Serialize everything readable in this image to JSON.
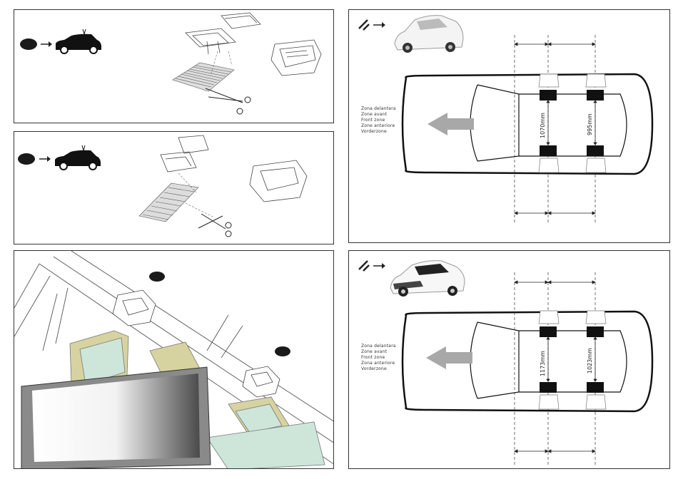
{
  "colors": {
    "stroke": "#222222",
    "arrow_gray": "#a8a8a8",
    "clamp_fill": "#111111",
    "seat_green": "#cde6d9",
    "seat_khaki": "#d7d3a0",
    "badge": "#1a1a1a"
  },
  "icons": [
    "black-dot-badge",
    "arrow-right-icon",
    "suv-car-icon",
    "tools-icon",
    "white-hatchback-photo",
    "scissors-icon"
  ],
  "panel_top_right": {
    "zone_lines": [
      "Zona delantera",
      "Zone avant",
      "Front zone",
      "Zone anteriore",
      "Vorderzone"
    ],
    "dim_front": "1070mm",
    "dim_rear": "995mm"
  },
  "panel_bottom_right": {
    "zone_lines": [
      "Zona delantera",
      "Zone avant",
      "Front zone",
      "Zona anteriore",
      "Vorderzone"
    ],
    "dim_front": "1173mm",
    "dim_rear": "1023mm"
  }
}
